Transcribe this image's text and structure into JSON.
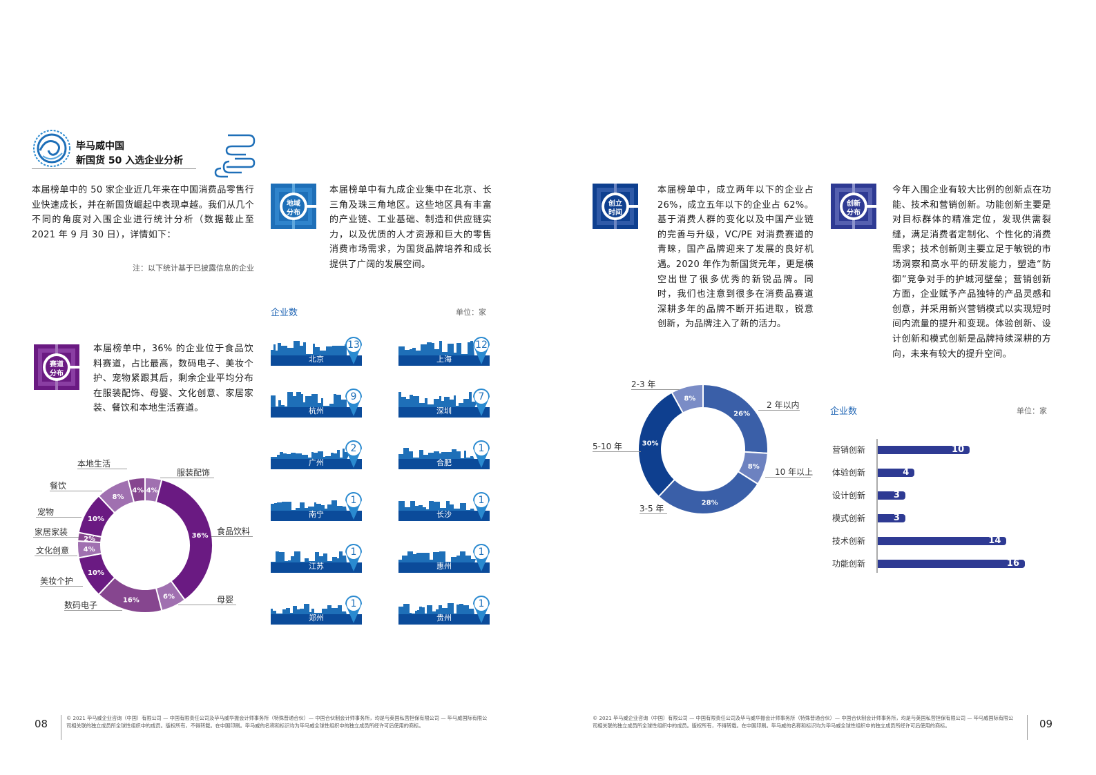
{
  "header": {
    "brand": "毕马威中国",
    "title": "新国货 50 入选企业分析"
  },
  "intro": {
    "text": "本届榜单中的 50 家企业近几年来在中国消费品零售行业快速成长，并在新国货崛起中表现卓越。我们从几个不同的角度对入围企业进行统计分析（数据截止至 2021 年 9 月 30 日），详情如下：",
    "note": "注：以下统计基于已披露信息的企业"
  },
  "sections": {
    "region": {
      "icon_label_1": "地域",
      "icon_label_2": "分布",
      "text": "本届榜单中有九成企业集中在北京、长三角及珠三角地区。这些地区具有丰富的产业链、工业基础、制造和供应链实力，以及优质的人才资源和巨大的零售消费市场需求，为国货品牌培养和成长提供了广阔的发展空间。",
      "chart_title": "企业数",
      "unit": "单位：家",
      "cities": [
        {
          "name": "北京",
          "count": "13"
        },
        {
          "name": "上海",
          "count": "12"
        },
        {
          "name": "杭州",
          "count": "9"
        },
        {
          "name": "深圳",
          "count": "7"
        },
        {
          "name": "广州",
          "count": "2"
        },
        {
          "name": "合肥",
          "count": "1"
        },
        {
          "name": "南宁",
          "count": "1"
        },
        {
          "name": "长沙",
          "count": "1"
        },
        {
          "name": "江苏",
          "count": "1"
        },
        {
          "name": "惠州",
          "count": "1"
        },
        {
          "name": "郑州",
          "count": "1"
        },
        {
          "name": "贵州",
          "count": "1"
        }
      ]
    },
    "track": {
      "icon_label_1": "赛道",
      "icon_label_2": "分布",
      "text": "本届榜单中，36% 的企业位于食品饮料赛道，占比最高，数码电子、美妆个护、宠物紧跟其后，剩余企业平均分布在服装配饰、母婴、文化创意、家居家装、餐饮和本地生活赛道。"
    },
    "founding": {
      "icon_label_1": "创立",
      "icon_label_2": "时间",
      "text": "本届榜单中，成立两年以下的企业占 26%，成立五年以下的企业占 62%。基于消费人群的变化以及中国产业链的完善与升级，VC/PE 对消费赛道的青睐，国产品牌迎来了发展的良好机遇。2020 年作为新国货元年，更是横空出世了很多优秀的新锐品牌。同时，我们也注意到很多在消费品赛道深耕多年的品牌不断开拓进取，锐意创新，为品牌注入了新的活力。"
    },
    "innovation": {
      "icon_label_1": "创新",
      "icon_label_2": "分布",
      "text": "今年入围企业有较大比例的创新点在功能、技术和营销创新。功能创新主要是对目标群体的精准定位，发现供需裂缝，满足消费者定制化、个性化的消费需求；技术创新则主要立足于敏锐的市场洞察和高水平的研发能力，塑造“防御”竞争对手的护城河壁垒；营销创新方面，企业赋予产品独特的产品灵感和创意，并采用新兴营销模式以实现短时间内流量的提升和变现。体验创新、设计创新和模式创新是品牌持续深耕的方向，未来有较大的提升空间。",
      "chart_title": "企业数",
      "unit": "单位：家"
    }
  },
  "chart_data": [
    {
      "type": "pie",
      "title": "赛道分布",
      "donut": true,
      "categories": [
        "服装配饰",
        "食品饮料",
        "母婴",
        "数码电子",
        "美妆个护",
        "文化创意",
        "家居家装",
        "宠物",
        "餐饮",
        "本地生活"
      ],
      "values": [
        4,
        36,
        6,
        16,
        10,
        4,
        2,
        10,
        8,
        4
      ],
      "labels": [
        "4%",
        "36%",
        "6%",
        "16%",
        "10%",
        "4%",
        "2%",
        "10%",
        "8%",
        "4%"
      ],
      "colors": [
        "#a070b0",
        "#6a1a82",
        "#a070b0",
        "#86468f",
        "#6a1a82",
        "#a070b0",
        "#86468f",
        "#6a1a82",
        "#a070b0",
        "#86468f"
      ]
    },
    {
      "type": "pie",
      "title": "创立时间",
      "donut": true,
      "categories": [
        "2 年以内",
        "10 年以上",
        "3-5 年",
        "5-10 年",
        "2-3 年"
      ],
      "values": [
        26,
        8,
        28,
        30,
        8
      ],
      "labels": [
        "26%",
        "8%",
        "28%",
        "30%",
        "8%"
      ],
      "colors": [
        "#3a5fa8",
        "#6d82c0",
        "#3a5fa8",
        "#0e3f8f",
        "#7a8cc6"
      ]
    },
    {
      "type": "bar",
      "title": "企业数",
      "unit": "单位：家",
      "orientation": "horizontal",
      "categories": [
        "营销创新",
        "体验创新",
        "设计创新",
        "模式创新",
        "技术创新",
        "功能创新"
      ],
      "values": [
        10,
        4,
        3,
        3,
        14,
        16
      ],
      "xlim": [
        0,
        16
      ]
    }
  ],
  "footer": {
    "left_page": "08",
    "right_page": "09",
    "copyright": "© 2021 毕马威企业咨询（中国）有限公司 — 中国有限责任公司及毕马威华振会计师事务所（特殊普通合伙）— 中国合伙制会计师事务所，均是与英国私营担保有限公司 — 毕马威国际有限公司相关联的独立成员所全球性组织中的成员。版权所有，不得转载。在中国印刷。毕马威的名称和标识均为毕马威全球性组织中的独立成员所经许可后使用的商标。"
  }
}
